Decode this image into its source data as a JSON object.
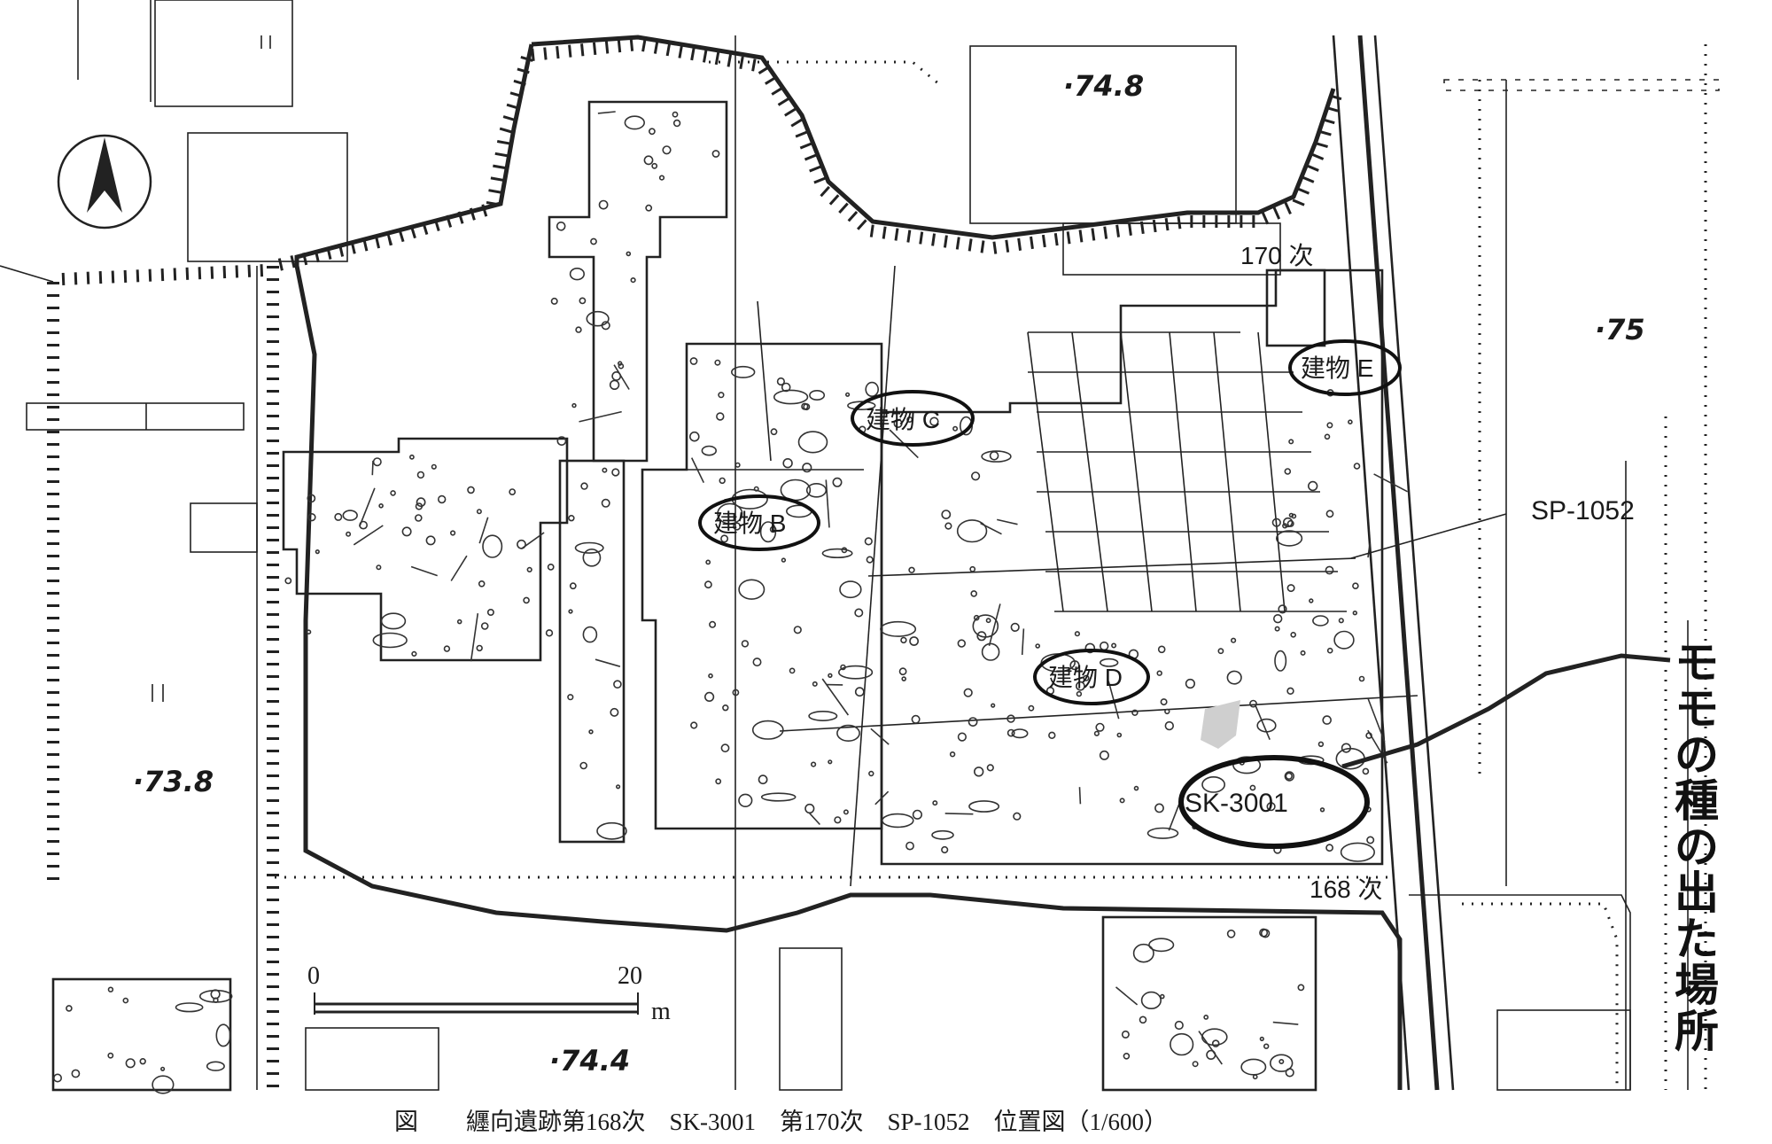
{
  "labels": {
    "survey_170": "170 次",
    "survey_168": "168 次",
    "building_b": "建物 B",
    "building_c": "建物 C",
    "building_d": "建物 D",
    "building_e": "建物 E",
    "sp_1052": "SP-1052",
    "sk_3001": "SK-3001"
  },
  "elevations": {
    "e748": "·74.8",
    "e75": "·75",
    "e738": "·73.8",
    "e744": "·74.4"
  },
  "scale_bar": {
    "start": "0",
    "end": "20",
    "unit": "m"
  },
  "handwritten_note": [
    "モ",
    "モ",
    "の",
    "種",
    "の",
    "出",
    "た",
    "場",
    "所"
  ],
  "caption": "図　　纒向遺跡第168次　SK-3001　第170次　SP-1052　位置図（1/600）",
  "icons": {
    "north_arrow": "north-arrow-icon"
  }
}
